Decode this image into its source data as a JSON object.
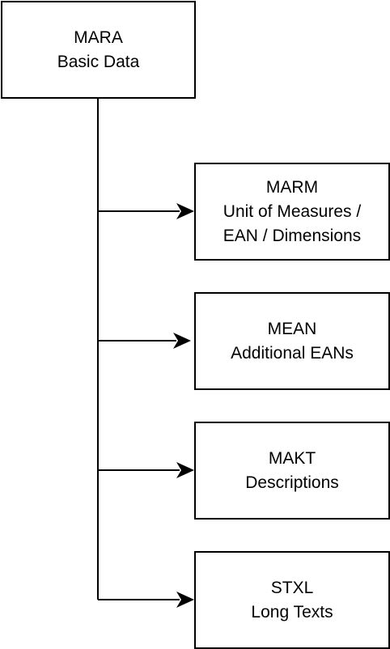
{
  "root": {
    "title": "MARA",
    "subtitle": "Basic Data"
  },
  "children": [
    {
      "title": "MARM",
      "line1": "Unit of Measures /",
      "line2": "EAN / Dimensions"
    },
    {
      "title": "MEAN",
      "line1": "Additional EANs"
    },
    {
      "title": "MAKT",
      "line1": "Descriptions"
    },
    {
      "title": "STXL",
      "line1": "Long Texts"
    }
  ]
}
